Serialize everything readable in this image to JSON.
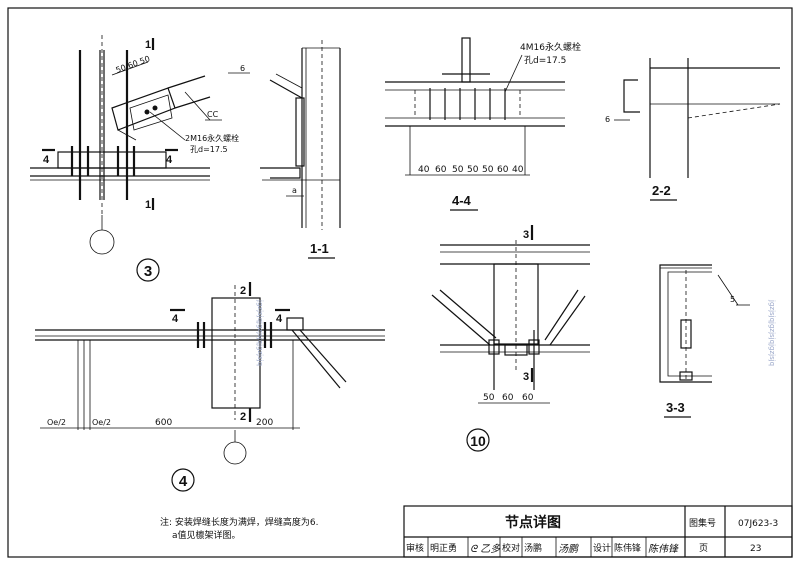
{
  "d3": {
    "number": "3",
    "sec1": "1",
    "sec4": "4",
    "dim_top": "50 60 50",
    "cc": "CC",
    "bolt_label": "2M16永久螺栓",
    "hole_label": "孔d=17.5"
  },
  "s11": {
    "title": "1-1",
    "weld": "6",
    "a": "a"
  },
  "s44": {
    "title": "4-4",
    "dims": [
      "40",
      "60",
      "50",
      "50",
      "50",
      "60",
      "40"
    ],
    "bolt_label": "4M16永久螺栓",
    "hole_label": "孔d=17.5"
  },
  "s22": {
    "title": "2-2",
    "weld": "6"
  },
  "d4": {
    "number": "4",
    "sec4": "4",
    "sec2": "2",
    "half": "Oe/2",
    "d600": "600",
    "d200": "200"
  },
  "d10": {
    "number": "10",
    "sec3": "3",
    "dims": [
      "50",
      "60",
      "60"
    ]
  },
  "s33": {
    "title": "3-3",
    "weld": "5"
  },
  "notes": [
    "注:  安装焊缝长度为满焊，焊缝高度为6.",
    "a值见檩架详图。"
  ],
  "titleblock": {
    "title": "节点详图",
    "atlas_label": "图集号",
    "atlas_no": "07J623-3",
    "review": "审核",
    "reviewer": "明正勇",
    "check": "校对",
    "checker": "汤鹏",
    "design": "设计",
    "designer": "陈伟锋",
    "page_label": "页",
    "page": "23"
  }
}
